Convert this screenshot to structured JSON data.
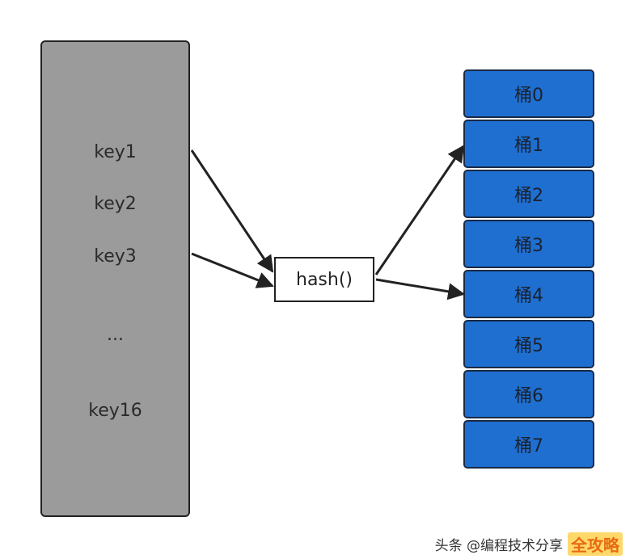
{
  "keys": [
    "key1",
    "key2",
    "key3",
    "...",
    "key16"
  ],
  "hash_label": "hash()",
  "buckets": [
    "桶0",
    "桶1",
    "桶2",
    "桶3",
    "桶4",
    "桶5",
    "桶6",
    "桶7"
  ],
  "watermark": {
    "text": "头条 @编程技术分享",
    "badge": "全攻略"
  },
  "colors": {
    "key_panel": "#9b9b9b",
    "bucket_fill": "#1f6fd1",
    "stroke": "#222222"
  }
}
